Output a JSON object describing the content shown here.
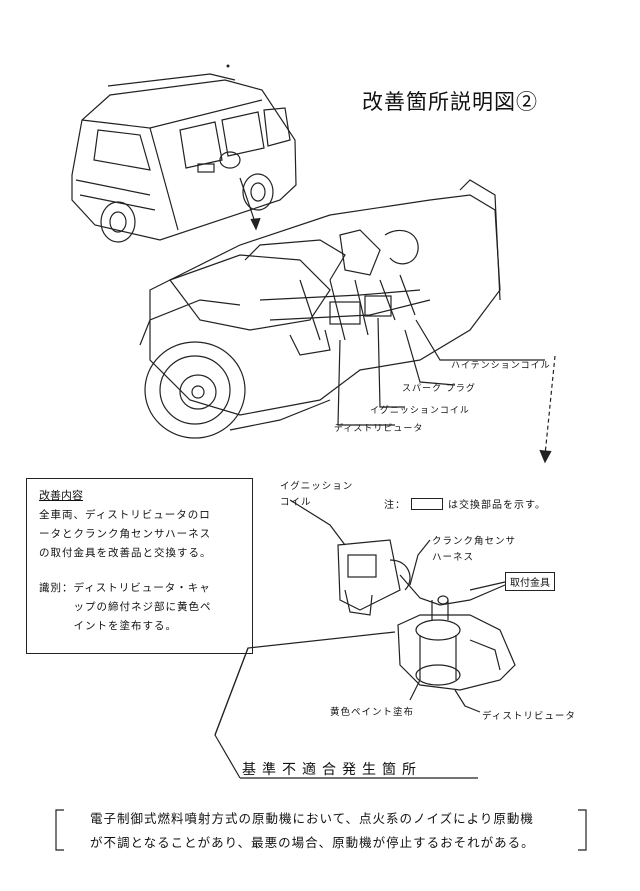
{
  "title": "改善箇所説明図②",
  "callouts": {
    "high_tension_coil": "ハイテンションコイル",
    "spark_plug": "スパーク プラグ",
    "ignition_coil": "イグニッションコイル",
    "distributor": "ディストリビュータ"
  },
  "improvement_box": {
    "heading": "改善内容",
    "lines": [
      "全車両、ディストリビュータのロ",
      "ータとクランク角センサハーネス",
      "の取付金具を改善品と交換する。",
      "識別：ディストリビュータ・キャ",
      "　　　ップの締付ネジ部に黄色ペ",
      "　　　イントを塗布する。"
    ]
  },
  "detail_labels": {
    "ignition_coil_line1": "イグニッション",
    "ignition_coil_line2": "コイル",
    "crank_line1": "クランク角センサ",
    "crank_line2": "ハーネス",
    "bracket": "取付金具",
    "yellow_paint": "黄色ペイント塗布",
    "distributor": "ディストリビュータ"
  },
  "note": {
    "prefix": "注：",
    "text": "は交換部品を示す。"
  },
  "footer_caption": "基準不適合発生箇所",
  "warning_lines": [
    "電子制御式燃料噴射方式の原動機において、点火系のノイズにより原動機",
    "が不調となることがあり、最悪の場合、原動機が停止するおそれがある。"
  ]
}
